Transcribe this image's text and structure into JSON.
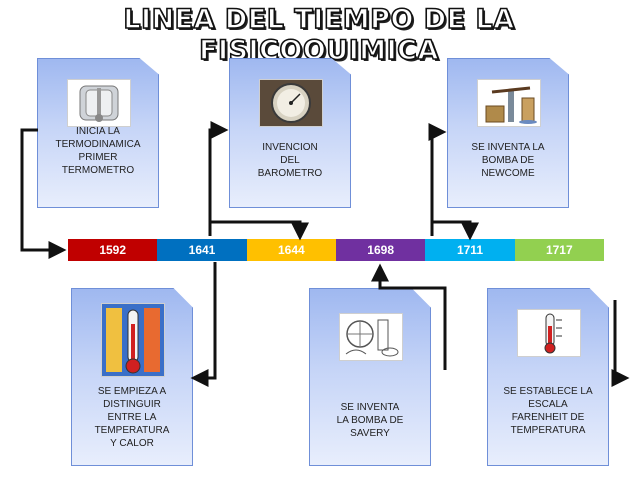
{
  "title": "LINEA DEL TIEMPO DE LA FISICOQUIMICA",
  "timeline": [
    {
      "year": "1592",
      "color": "#c00000"
    },
    {
      "year": "1641",
      "color": "#0070c0"
    },
    {
      "year": "1644",
      "color": "#ffc000"
    },
    {
      "year": "1698",
      "color": "#7030a0"
    },
    {
      "year": "1711",
      "color": "#00b0f0"
    },
    {
      "year": "1717",
      "color": "#92d050"
    }
  ],
  "events": {
    "e1592": {
      "text": "INICIA LA\nTERMODINAMICA\nPRIMER\nTERMOMETRO",
      "icon": "thermoscope-icon"
    },
    "e1641": {
      "text": "SE EMPIEZA A\nDISTINGUIR\nENTRE LA\nTEMPERATURA\nY CALOR",
      "icon": "thermometer-colorful-icon"
    },
    "e1644": {
      "text": "INVENCION\nDEL\nBAROMETRO",
      "icon": "barometer-icon"
    },
    "e1698": {
      "text": "SE INVENTA\nLA BOMBA DE\nSAVERY",
      "icon": "savery-pump-icon"
    },
    "e1711": {
      "text": "SE INVENTA LA\nBOMBA DE\nNEWCOME",
      "icon": "newcomen-engine-icon"
    },
    "e1717": {
      "text": "SE ESTABLECE LA\nESCALA\nFARENHEIT DE\nTEMPERATURA",
      "icon": "thermometer-icon"
    }
  }
}
